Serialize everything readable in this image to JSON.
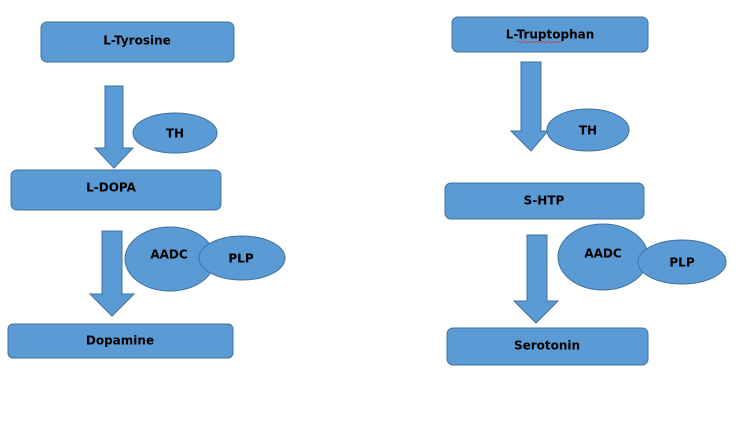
{
  "diagram": {
    "title": "Dopamine and Serotonin biosynthesis pathways",
    "colors": {
      "fill": "#5b9bd5",
      "stroke": "#41719c",
      "text": "#000000"
    },
    "pathways": [
      {
        "name": "dopamine",
        "substrate": "L-Tyrosine",
        "step1_enzyme": "TH",
        "intermediate": "L-DOPA",
        "step2_enzyme": "AADC",
        "step2_cofactor": "PLP",
        "product": "Dopamine"
      },
      {
        "name": "serotonin",
        "substrate": "L-Truptophan",
        "step1_enzyme": "TH",
        "intermediate": "S-HTP",
        "step2_enzyme": "AADC",
        "step2_cofactor": "PLP",
        "product": "Serotonin"
      }
    ]
  }
}
